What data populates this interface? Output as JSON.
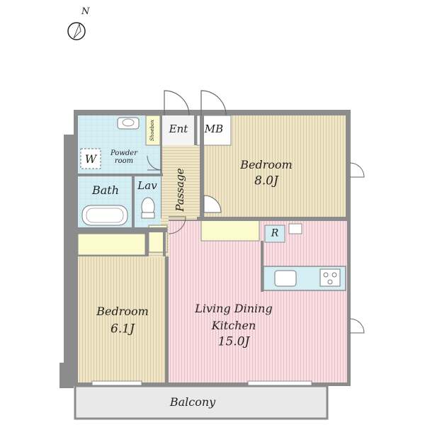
{
  "compass": {
    "north_label": "N"
  },
  "rooms": {
    "entrance": "Ent",
    "mb": "MB",
    "shoebox": "Shoebox",
    "powder_room": "Powder room",
    "washer": "W",
    "bath": "Bath",
    "lav": "Lav",
    "passage": "Passage",
    "bedroom1_name": "Bedroom",
    "bedroom1_size": "8.0J",
    "refrigerator": "R",
    "bedroom2_name": "Bedroom",
    "bedroom2_size": "6.1J",
    "ldk_line1": "Living Dining",
    "ldk_line2": "Kitchen",
    "ldk_size": "15.0J",
    "balcony": "Balcony"
  },
  "colors": {
    "wall": "#8c8c8c",
    "wood_floor": "#efe6c9",
    "wood_line": "#d8c9a0",
    "ldk_floor": "#f8e0e4",
    "ldk_line": "#e9bcc4",
    "tile": "#d4eef4",
    "storage": "#fbfbcf",
    "balcony": "#e9e9e9"
  }
}
